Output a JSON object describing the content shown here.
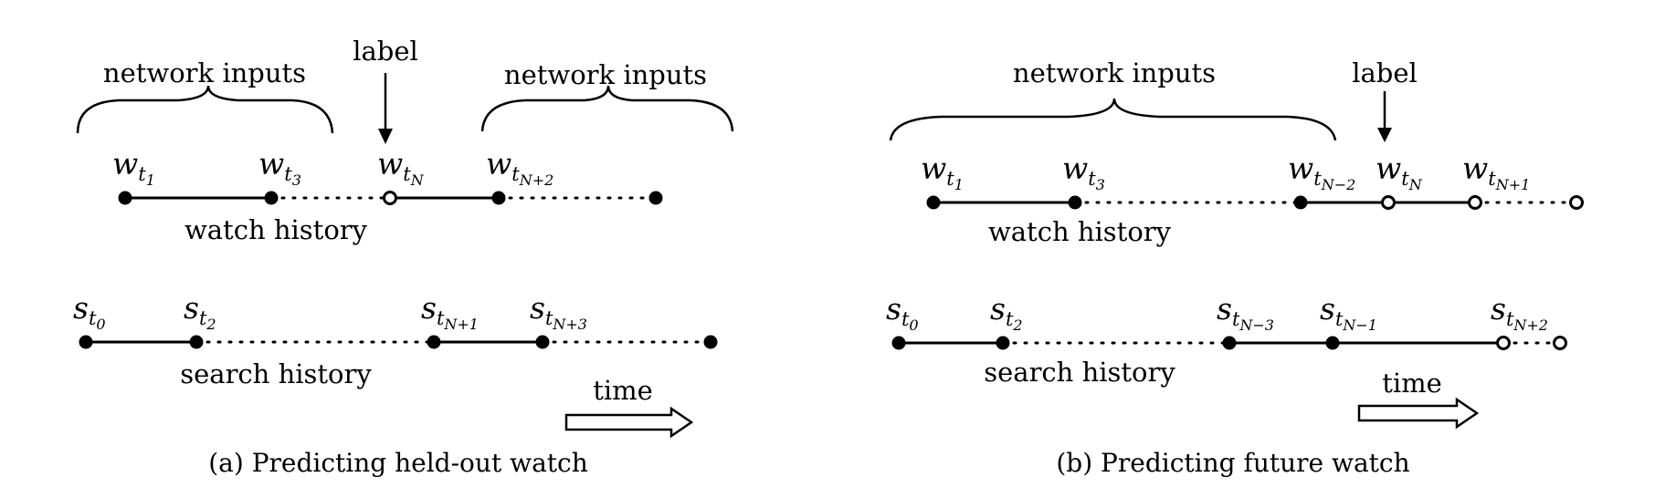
{
  "panel_a": {
    "brace_left_label": "network inputs",
    "brace_right_label": "network inputs",
    "label_marker": "label",
    "watch_history_label": "watch history",
    "search_history_label": "search history",
    "time_label": "time",
    "caption": "(a) Predicting held-out watch",
    "watch_nodes": [
      {
        "base": "w",
        "sub": "t",
        "subsub": "1",
        "filled": true
      },
      {
        "base": "w",
        "sub": "t",
        "subsub": "3",
        "filled": true
      },
      {
        "base": "w",
        "sub": "t",
        "subsub": "N",
        "filled": false
      },
      {
        "base": "w",
        "sub": "t",
        "subsub": "N+2",
        "filled": true
      },
      {
        "base": "",
        "sub": "",
        "subsub": "",
        "filled": true
      }
    ],
    "search_nodes": [
      {
        "base": "s",
        "sub": "t",
        "subsub": "0",
        "filled": true
      },
      {
        "base": "s",
        "sub": "t",
        "subsub": "2",
        "filled": true
      },
      {
        "base": "s",
        "sub": "t",
        "subsub": "N+1",
        "filled": true
      },
      {
        "base": "s",
        "sub": "t",
        "subsub": "N+3",
        "filled": true
      },
      {
        "base": "",
        "sub": "",
        "subsub": "",
        "filled": true
      }
    ],
    "watch_segments": [
      "solid",
      "dotted",
      "solid",
      "dotted"
    ],
    "search_segments": [
      "solid",
      "dotted",
      "solid",
      "dotted"
    ]
  },
  "panel_b": {
    "brace_label": "network inputs",
    "label_marker": "label",
    "watch_history_label": "watch history",
    "search_history_label": "search history",
    "time_label": "time",
    "caption": "(b) Predicting future watch",
    "watch_nodes": [
      {
        "base": "w",
        "sub": "t",
        "subsub": "1",
        "filled": true
      },
      {
        "base": "w",
        "sub": "t",
        "subsub": "3",
        "filled": true
      },
      {
        "base": "w",
        "sub": "t",
        "subsub": "N−2",
        "filled": true
      },
      {
        "base": "w",
        "sub": "t",
        "subsub": "N",
        "filled": false
      },
      {
        "base": "w",
        "sub": "t",
        "subsub": "N+1",
        "filled": false
      },
      {
        "base": "",
        "sub": "",
        "subsub": "",
        "filled": false
      }
    ],
    "search_nodes": [
      {
        "base": "s",
        "sub": "t",
        "subsub": "0",
        "filled": true
      },
      {
        "base": "s",
        "sub": "t",
        "subsub": "2",
        "filled": true
      },
      {
        "base": "s",
        "sub": "t",
        "subsub": "N−3",
        "filled": true
      },
      {
        "base": "s",
        "sub": "t",
        "subsub": "N−1",
        "filled": true
      },
      {
        "base": "s",
        "sub": "t",
        "subsub": "N+2",
        "filled": false
      },
      {
        "base": "",
        "sub": "",
        "subsub": "",
        "filled": false
      }
    ],
    "watch_segments": [
      "solid",
      "dotted",
      "solid",
      "solid",
      "dotted"
    ],
    "search_segments": [
      "solid",
      "dotted",
      "solid",
      "solid",
      "dotted"
    ]
  }
}
